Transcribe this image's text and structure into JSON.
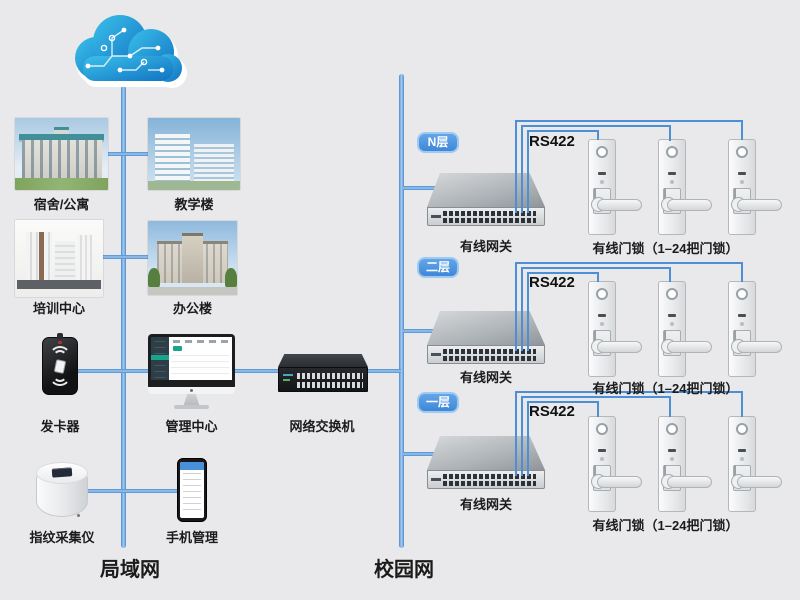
{
  "colors": {
    "background": "#e9e9eb",
    "line_blue": "#4d8fd4",
    "badge_blue": "#4a93e0",
    "badge_border": "#9ec9f0",
    "text": "#1b1b1b",
    "cloud_blue": "#1e9cd8",
    "accent_teal": "#17a58e"
  },
  "icons": {
    "cloud": "circuit-cloud-icon",
    "switch": "network-switch-device",
    "gateway": "wired-gateway-device",
    "lock": "door-lock-device",
    "card_issuer": "card-issuer-device",
    "management": "imac-admin-console",
    "fingerprint": "fingerprint-collector-device",
    "phone": "smartphone-device"
  },
  "lan": {
    "label": "局域网",
    "nodes": [
      {
        "id": "dormitory",
        "label": "宿舍/公寓"
      },
      {
        "id": "teaching-building",
        "label": "教学楼"
      },
      {
        "id": "training-center",
        "label": "培训中心"
      },
      {
        "id": "office-building",
        "label": "办公楼"
      },
      {
        "id": "card-issuer",
        "label": "发卡器"
      },
      {
        "id": "management-center",
        "label": "管理中心"
      },
      {
        "id": "fingerprint-collector",
        "label": "指纹采集仪"
      },
      {
        "id": "phone-management",
        "label": "手机管理"
      }
    ]
  },
  "switch": {
    "label": "网络交换机"
  },
  "campus": {
    "label": "校园网",
    "floors": [
      {
        "badge": "N层",
        "bus": "RS422",
        "gateway": "有线网关",
        "locks": "有线门锁（1–24把门锁）"
      },
      {
        "badge": "二层",
        "bus": "RS422",
        "gateway": "有线网关",
        "locks": "有线门锁（1–24把门锁）"
      },
      {
        "badge": "一层",
        "bus": "RS422",
        "gateway": "有线网关",
        "locks": "有线门锁（1–24把门锁）"
      }
    ]
  }
}
